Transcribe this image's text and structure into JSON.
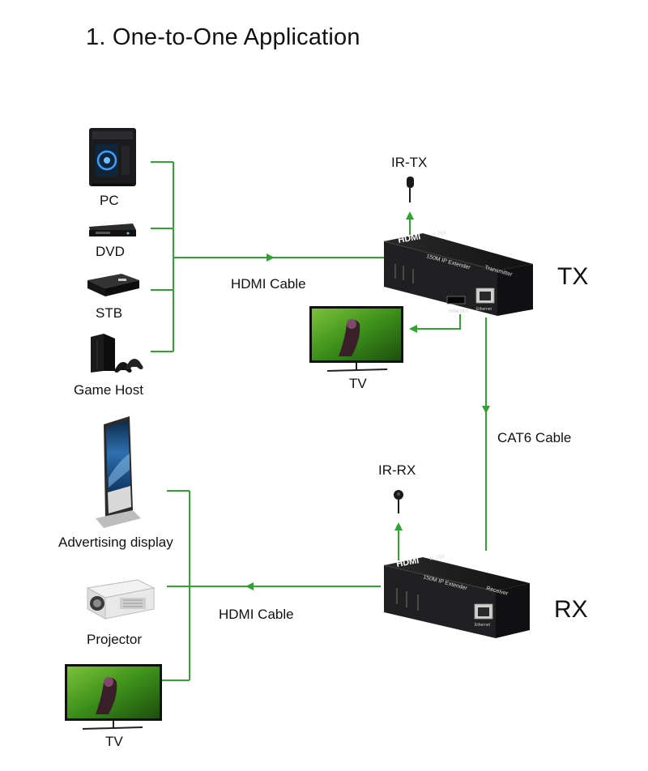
{
  "title": "1. One-to-One Application",
  "sources": {
    "pc": "PC",
    "dvd": "DVD",
    "stb": "STB",
    "game_host": "Game Host"
  },
  "tx_side": {
    "hdmi_cable": "HDMI Cable",
    "ir": "IR-TX",
    "label": "TX",
    "tv": "TV",
    "device": {
      "brand": "HDMI",
      "model": "H.264",
      "name": "150M IP Extender",
      "role": "Transmitter",
      "port_hdmi": "HDMI OUT",
      "port_eth": "Ethernet"
    }
  },
  "link": {
    "cat6_cable": "CAT6 Cable"
  },
  "rx_side": {
    "hdmi_cable": "HDMI Cable",
    "ir": "IR-RX",
    "label": "RX",
    "device": {
      "brand": "HDMI",
      "model": "H.264",
      "name": "150M IP Extender",
      "role": "Receiver",
      "port_eth": "Ethernet"
    }
  },
  "outputs": {
    "advertising_display": "Advertising display",
    "projector": "Projector",
    "tv": "TV"
  },
  "colors": {
    "line_green": "#2fa52f",
    "device_black": "#1c1c1c",
    "screen_green": "#3c8f1a",
    "text": "#111111"
  }
}
